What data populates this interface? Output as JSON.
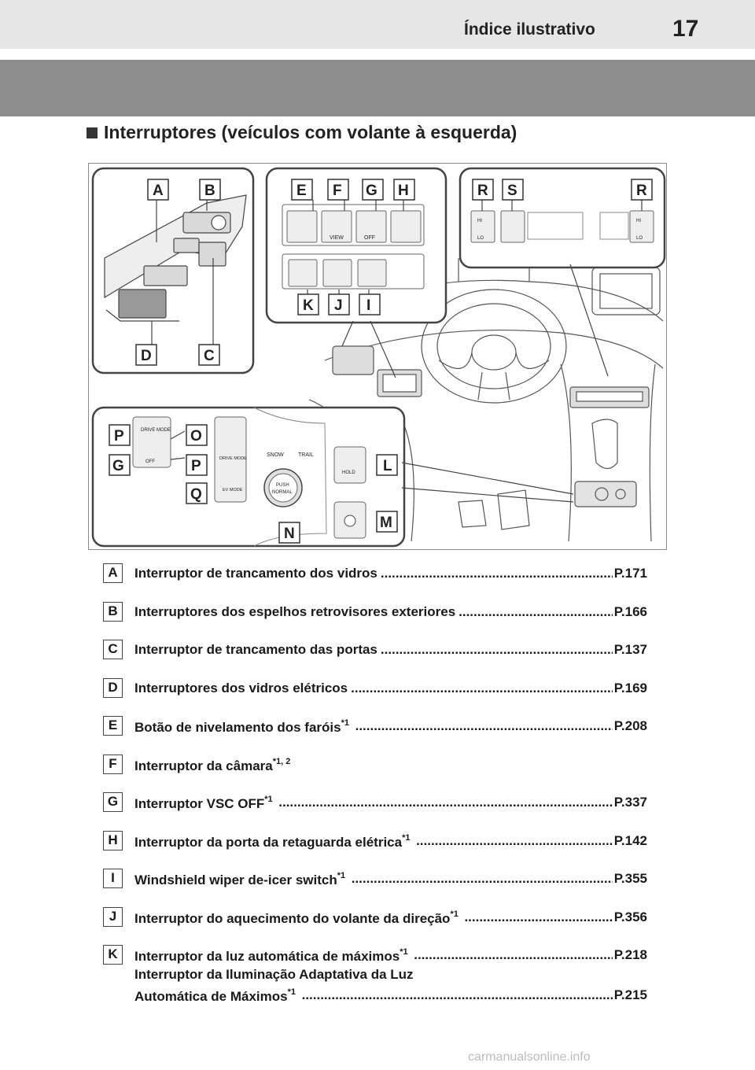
{
  "header": {
    "section_title": "Índice ilustrativo",
    "page_number": "17"
  },
  "heading": "Interruptores (veículos com volante à esquerda)",
  "figure": {
    "labels": [
      "A",
      "B",
      "C",
      "D",
      "E",
      "F",
      "G",
      "H",
      "I",
      "J",
      "K",
      "L",
      "M",
      "N",
      "O",
      "P",
      "Q",
      "R",
      "S"
    ],
    "panel_texts": {
      "drive_mode": "DRIVE MODE",
      "off": "OFF",
      "ev_mode": "EV MODE",
      "snow": "SNOW",
      "trail": "TRAIL",
      "push": "PUSH",
      "normal": "NORMAL",
      "hold": "HOLD",
      "view": "VIEW",
      "hi": "HI",
      "lo": "LO"
    }
  },
  "items": [
    {
      "tag": "A",
      "text": "Interruptor de trancamento dos vidros",
      "sup": "",
      "ref": "P.171"
    },
    {
      "tag": "B",
      "text": "Interruptores dos espelhos retrovisores exteriores",
      "sup": "",
      "ref": "P.166"
    },
    {
      "tag": "C",
      "text": "Interruptor de trancamento das portas",
      "sup": "",
      "ref": "P.137"
    },
    {
      "tag": "D",
      "text": "Interruptores dos vidros elétricos",
      "sup": "",
      "ref": "P.169"
    },
    {
      "tag": "E",
      "text": "Botão de nivelamento dos faróis",
      "sup": "*1",
      "ref": "P.208"
    },
    {
      "tag": "F",
      "text": "Interruptor da câmara",
      "sup": "*1, 2",
      "ref": ""
    },
    {
      "tag": "G",
      "text": "Interruptor VSC OFF",
      "sup": "*1",
      "ref": "P.337"
    },
    {
      "tag": "H",
      "text": "Interruptor da porta da retaguarda elétrica",
      "sup": "*1",
      "ref": "P.142"
    },
    {
      "tag": "I",
      "text": "Windshield wiper de-icer switch",
      "sup": "*1",
      "ref": "P.355"
    },
    {
      "tag": "J",
      "text": "Interruptor do aquecimento do volante da direção",
      "sup": "*1",
      "ref": "P.356"
    },
    {
      "tag": "K",
      "text": "Interruptor da luz automática de máximos",
      "sup": "*1",
      "ref": "P.218"
    }
  ],
  "k_extra": {
    "line1": "Interruptor da Iluminação Adaptativa da Luz",
    "line2": "Automática de Máximos",
    "sup": "*1",
    "ref": "P.215"
  },
  "watermark": "carmanualsonline.info"
}
